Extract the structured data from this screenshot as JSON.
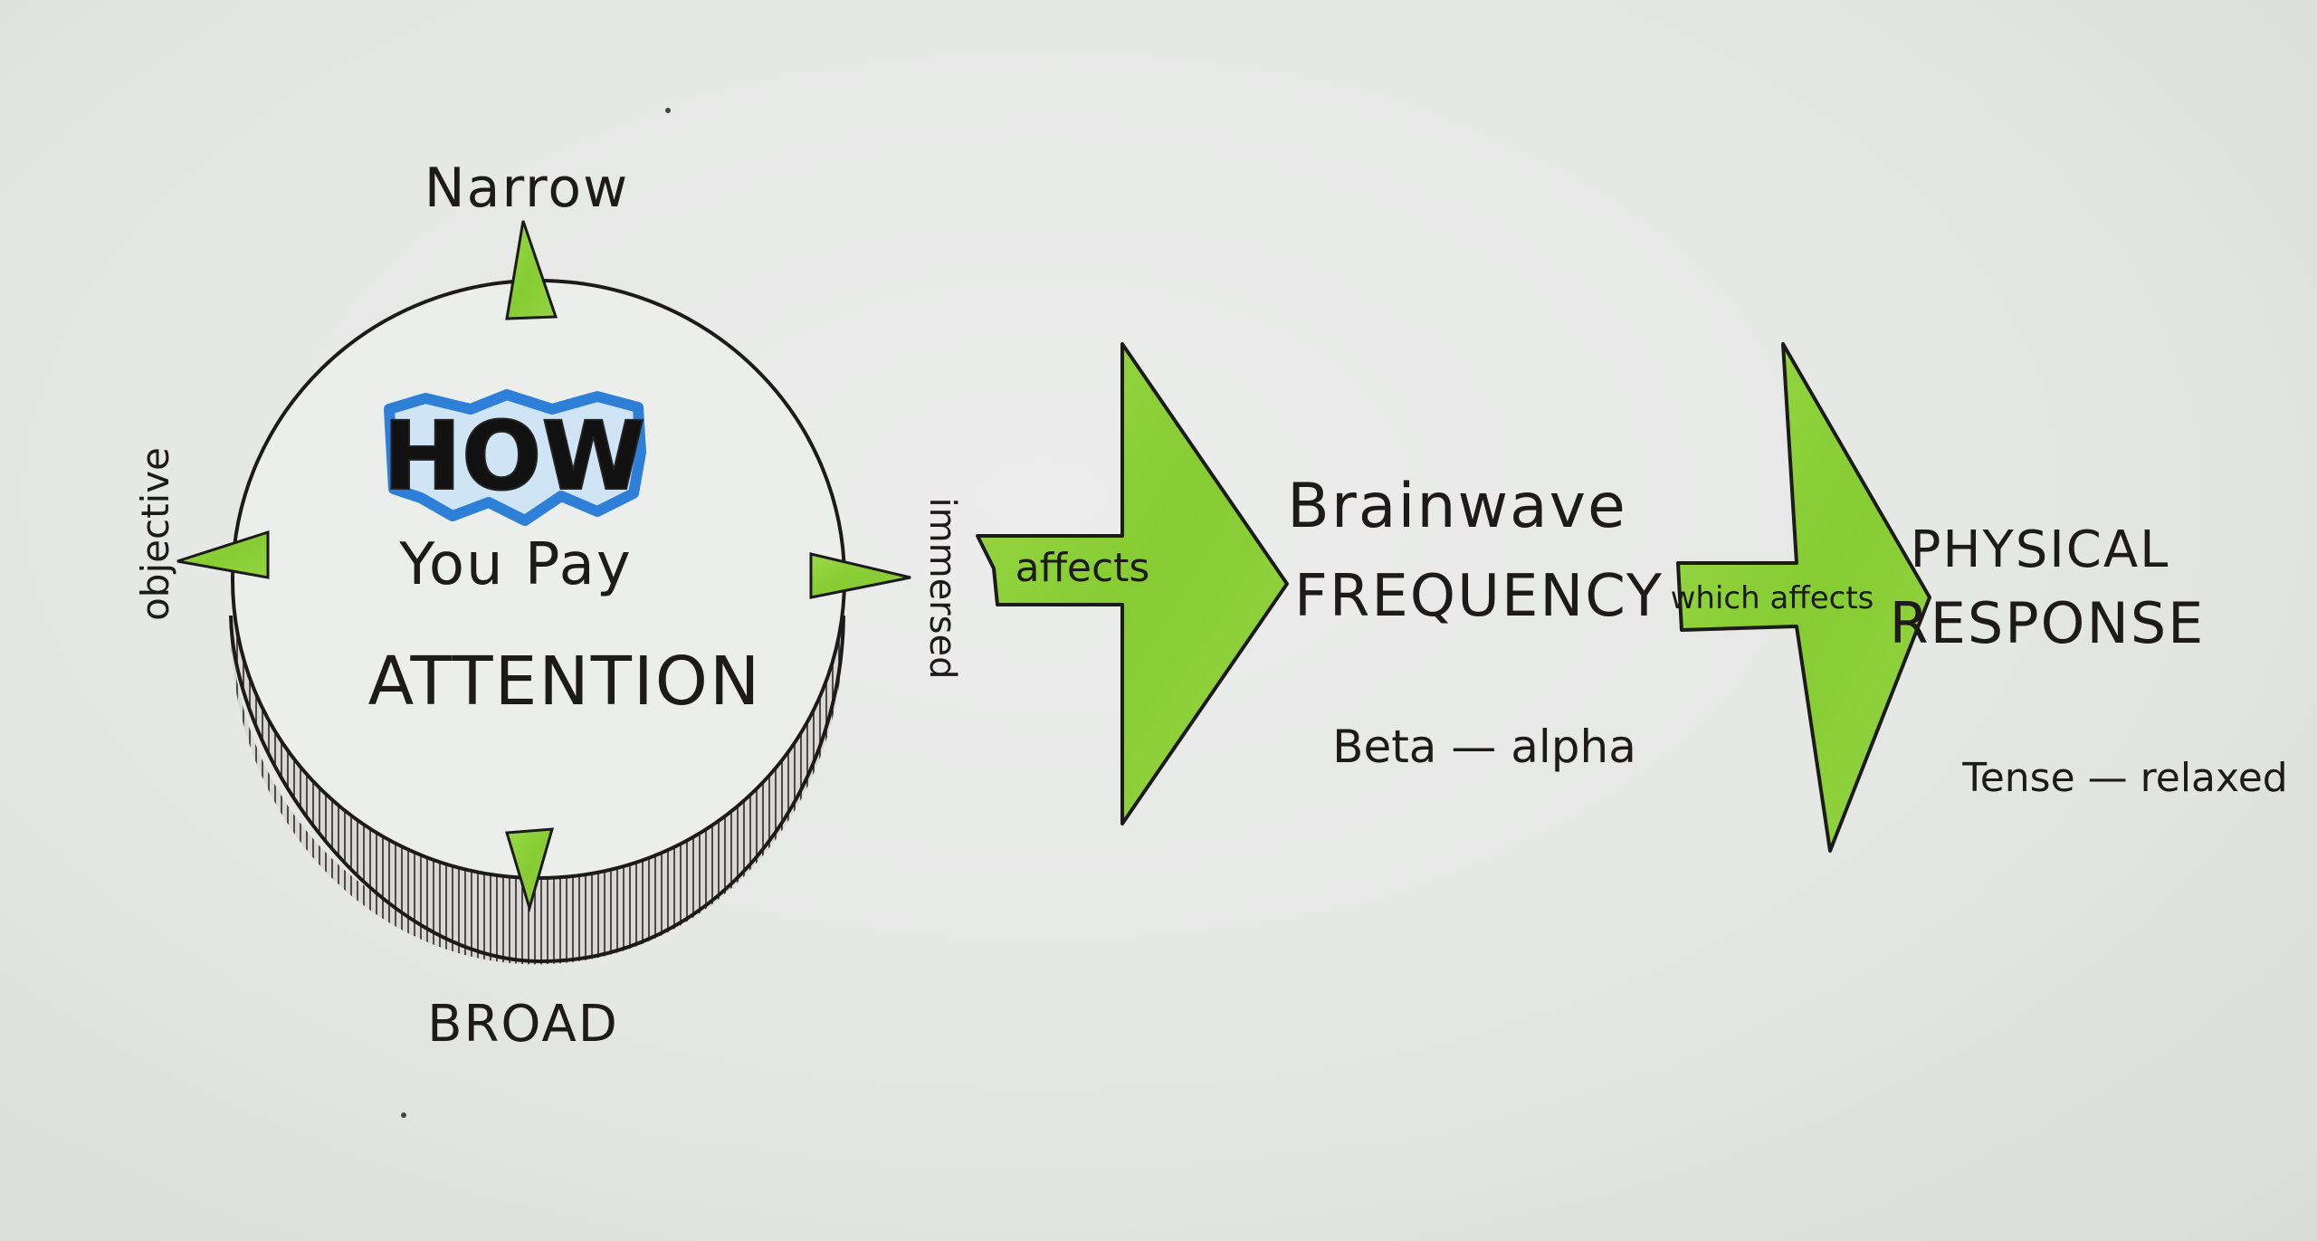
{
  "compass": {
    "top": "Narrow",
    "bottom": "BROAD",
    "left": "objective",
    "right": "immersed"
  },
  "center": {
    "how": "HOW",
    "line1": "You Pay",
    "line2": "ATTENTION"
  },
  "arrow1": {
    "label": "affects"
  },
  "node1": {
    "line1": "Brainwave",
    "line2": "FREQUENCY",
    "range": "Beta — alpha"
  },
  "arrow2": {
    "label": "which affects"
  },
  "node2": {
    "line1": "PHYSICAL",
    "line2": "RESPONSE",
    "range": "Tense — relaxed"
  },
  "colors": {
    "arrow_green": "#8fd13a",
    "how_blue": "#2d7fd8",
    "ink": "#1d1a1a",
    "paper": "#e6e8e6"
  }
}
